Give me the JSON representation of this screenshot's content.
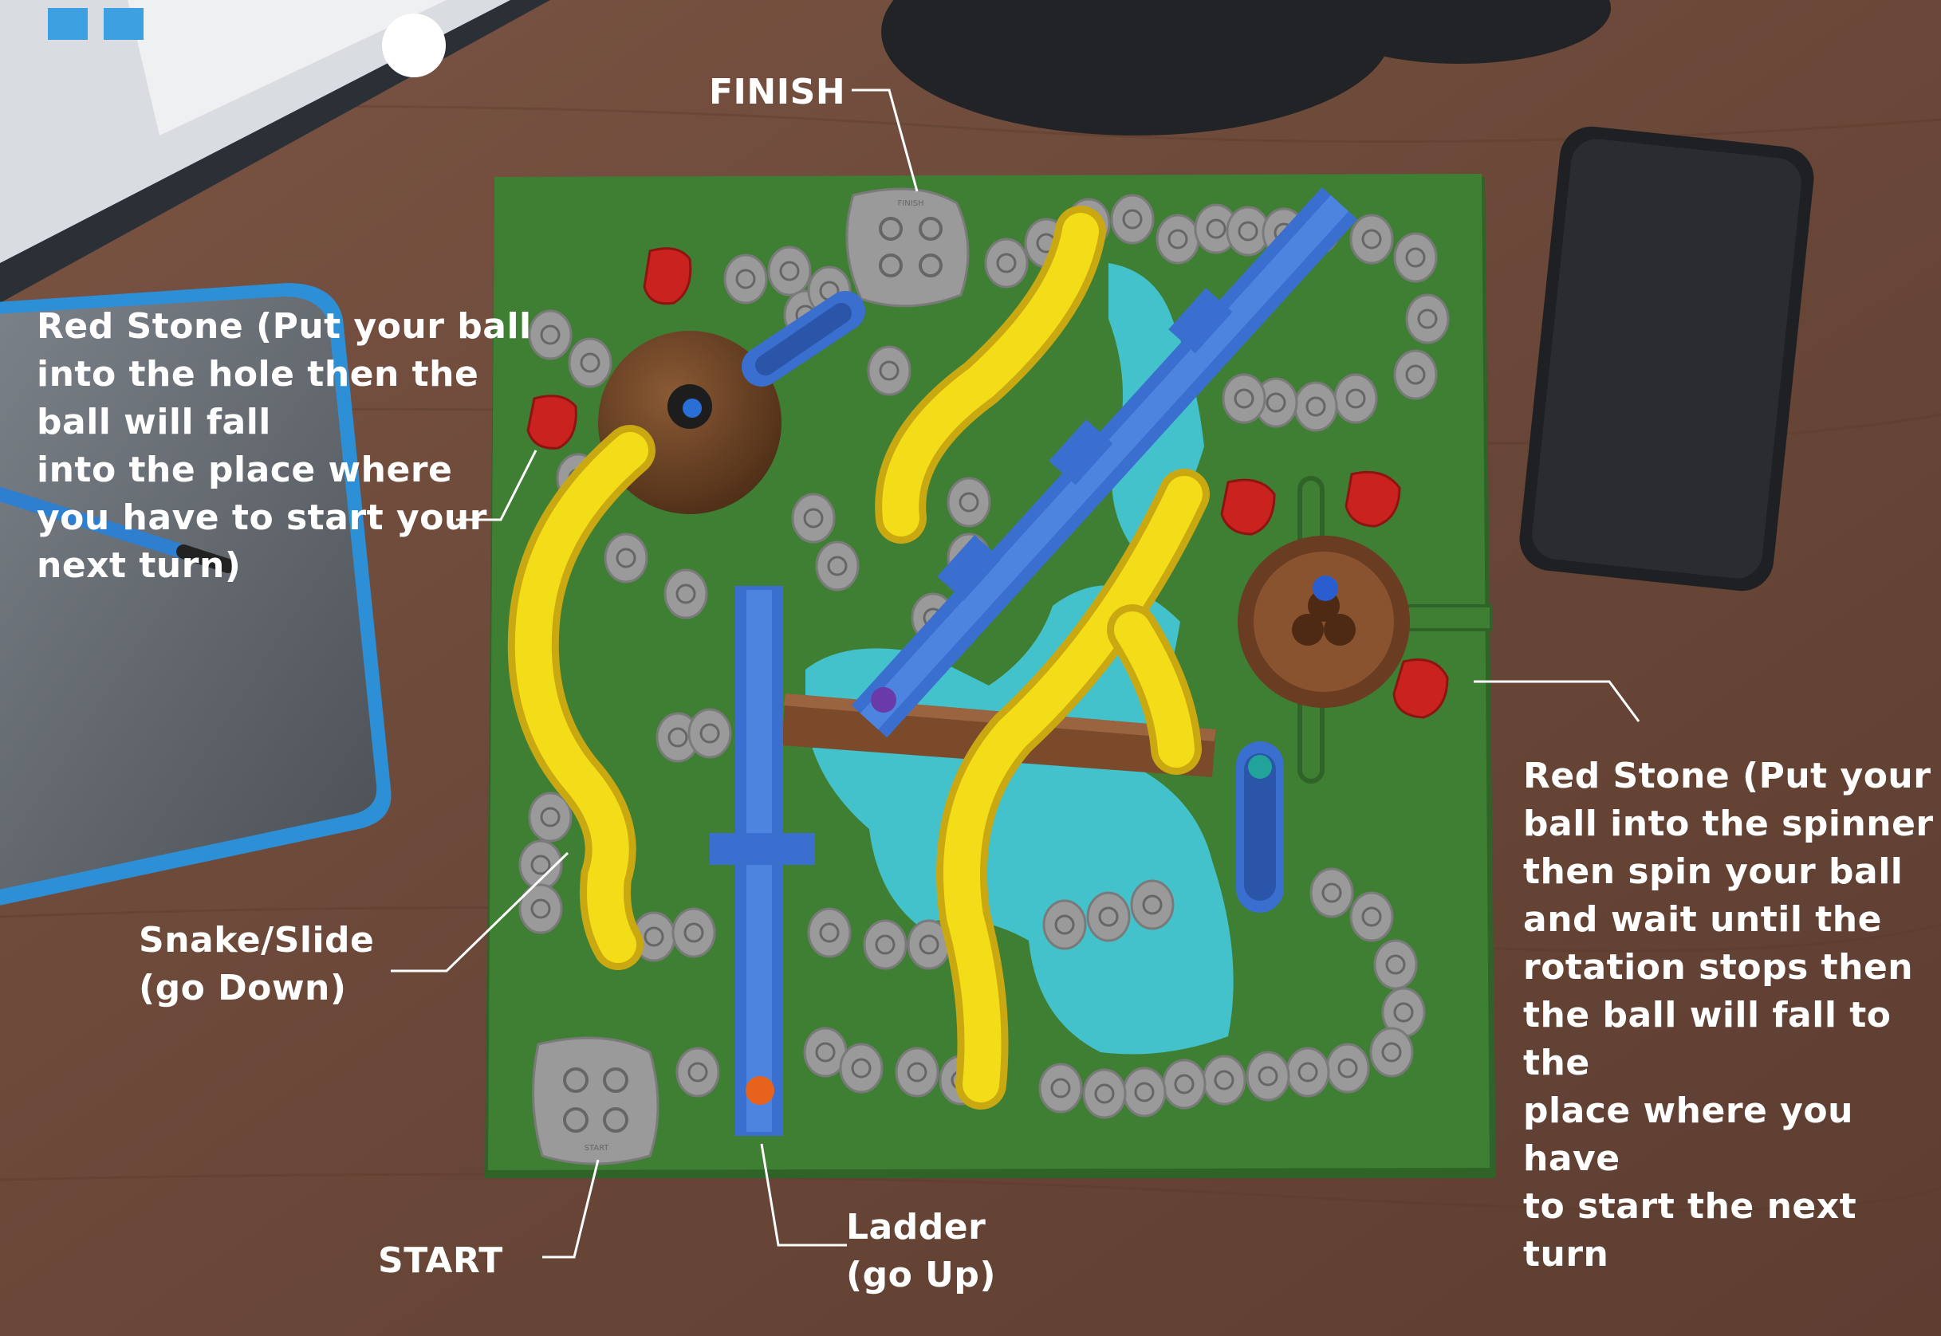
{
  "labels": {
    "finish": "FINISH",
    "start": "START",
    "red_stone_hole": "Red Stone (Put your ball\ninto the hole then the\nball will fall\ninto the place where\nyou have to start your\nnext turn)",
    "snake_slide": "Snake/Slide\n(go Down)",
    "ladder": "Ladder\n(go Up)",
    "red_stone_spinner": "Red Stone (Put your\nball into the spinner\nthen spin your ball\nand wait until the\nrotation stops then\nthe ball will fall to the\nplace where you have\nto start the next turn"
  },
  "board_tiles": {
    "finish": "FINISH",
    "start": "START"
  },
  "colors": {
    "table": "#6b4a3a",
    "board": "#3f7f33",
    "stone": "#9a9a9a",
    "red_stone": "#c9221f",
    "slide": "#f3dc18",
    "ladder": "#3a6fd0",
    "water": "#43c2cc",
    "bridge": "#7a4a2a",
    "label_text": "#ffffff"
  },
  "icons": {
    "hole": "brown-dome-hole-icon",
    "spinner": "spinner-wheel-icon",
    "phone": "smartphone-icon",
    "tablet": "tablet-icon",
    "pen": "stylus-pen-icon"
  }
}
